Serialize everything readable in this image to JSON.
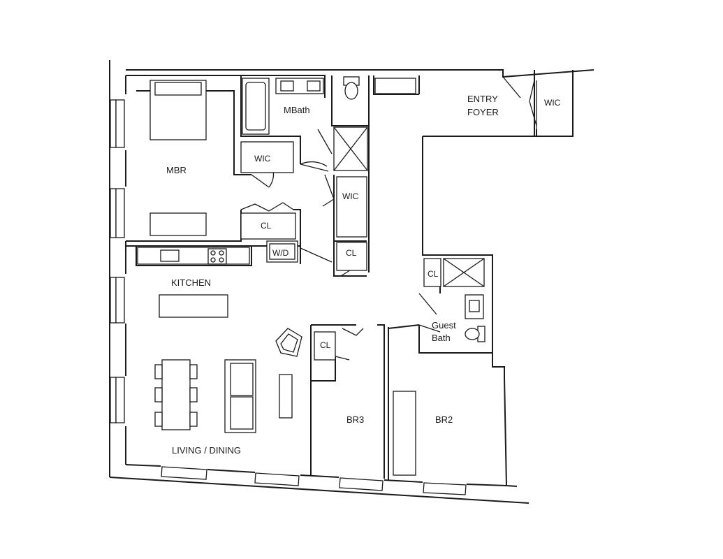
{
  "rooms": {
    "master_bath": "MBath",
    "wic_master_bath": "WIC",
    "master_bedroom": "MBR",
    "closet_master": "CL",
    "wic_hall": "WIC",
    "closet_hall": "CL",
    "washer_dryer": "W/D",
    "entry_line1": "ENTRY",
    "entry_line2": "FOYER",
    "wic_entry": "WIC",
    "closet_guest": "CL",
    "guest_bath_line1": "Guest",
    "guest_bath_line2": "Bath",
    "kitchen": "KITCHEN",
    "closet_br3": "CL",
    "bedroom3": "BR3",
    "bedroom2": "BR2",
    "living_dining": "LIVING / DINING"
  }
}
